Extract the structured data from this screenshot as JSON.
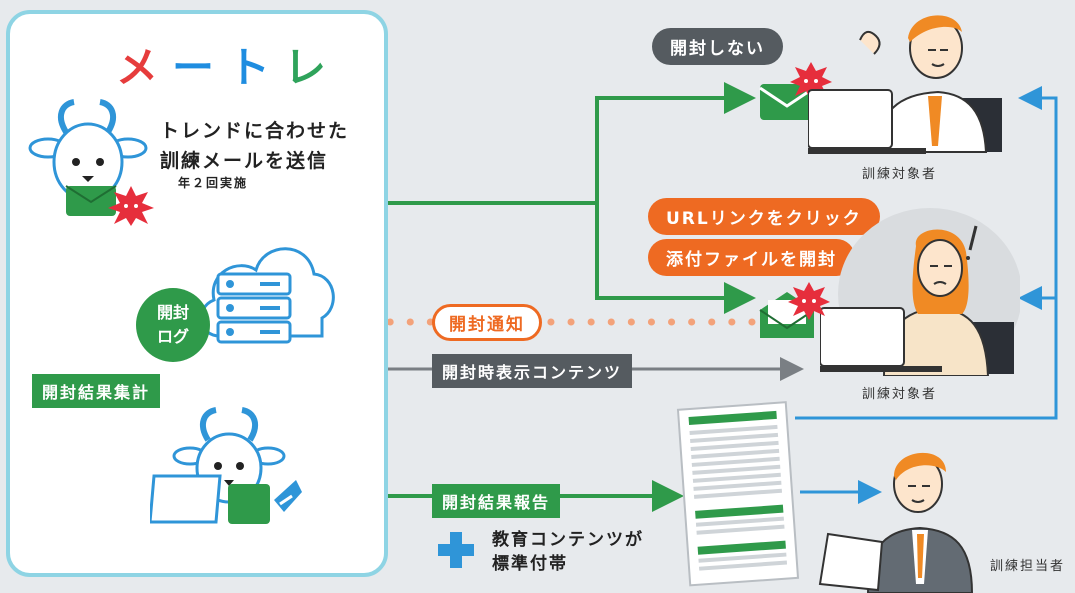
{
  "service": {
    "logo_chars": [
      "メ",
      "ー",
      "ト",
      "レ"
    ],
    "intro_line1": "トレンドに合わせた",
    "intro_line2": "訓練メールを送信",
    "intro_sub": "年２回実施"
  },
  "targets": {
    "top_label": "開封しない",
    "top_role": "訓練対象者",
    "middle_label_1": "URLリンクをクリック",
    "middle_label_2": "添付ファイルを開封",
    "middle_role": "訓練対象者"
  },
  "flow": {
    "open_notice": "開封通知",
    "open_log_line1": "開封",
    "open_log_line2": "ログ",
    "open_content": "開封時表示コンテンツ",
    "aggregate": "開封結果集計",
    "report": "開封結果報告",
    "edu_line1": "教育コンテンツが",
    "edu_line2": "標準付帯",
    "manager_role": "訓練担当者"
  },
  "colors": {
    "green": "#2f9a4a",
    "blue": "#2f95d8",
    "orange": "#ee6a22",
    "dark_gray": "#555b60",
    "panel_border": "#8ed4e4",
    "background": "#e7eaed"
  }
}
